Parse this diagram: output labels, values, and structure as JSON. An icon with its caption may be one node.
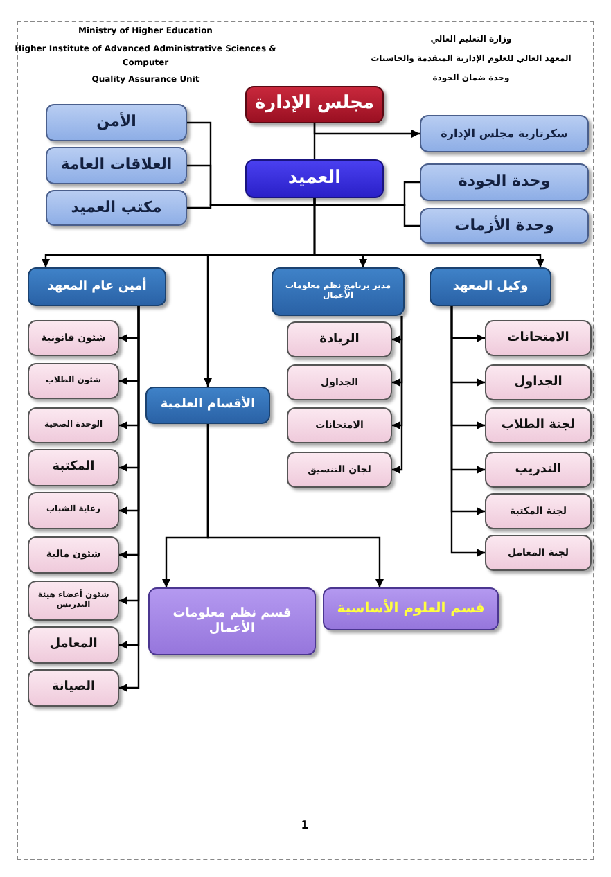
{
  "diagram": {
    "nodes": [
      {
        "text": [
          "مجلس الإدارة"
        ]
      },
      {
        "text": [
          "الأمن"
        ]
      },
      {
        "text": [
          "سكرتارية مجلس الإدارة"
        ]
      },
      {
        "text": [
          "العلاقات العامة"
        ]
      },
      {
        "text": [
          "العميد"
        ]
      },
      {
        "text": [
          "مكتب العميد"
        ]
      },
      {
        "text": [
          "وحدة الجودة"
        ]
      },
      {
        "text": [
          "وحدة الأزمات"
        ]
      },
      {
        "text": [
          "وكيل المعهد"
        ]
      },
      {
        "text": [
          "مدير برنامج نظم معلومات الأعمال"
        ]
      },
      {
        "text": [
          "أمين عام المعهد"
        ]
      },
      {
        "text": [
          "الأقسام العلمية"
        ]
      },
      {
        "text": [
          "الامتحانات"
        ]
      },
      {
        "text": [
          "الجداول"
        ]
      },
      {
        "text": [
          "لجنة الطلاب"
        ]
      },
      {
        "text": [
          "التدريب"
        ]
      },
      {
        "text": [
          "لجنة المكتبة"
        ]
      },
      {
        "text": [
          "لجنة المعامل"
        ]
      },
      {
        "text": [
          "الريادة"
        ]
      },
      {
        "text": [
          "الجداول"
        ]
      },
      {
        "text": [
          "الامتحانات"
        ]
      },
      {
        "text": [
          "لجان التنسيق"
        ]
      },
      {
        "text": [
          "شئون قانونية"
        ]
      },
      {
        "text": [
          "شئون الطلاب"
        ]
      },
      {
        "text": [
          "الوحدة الصحية"
        ]
      },
      {
        "text": [
          "المكتبة"
        ]
      },
      {
        "text": [
          "رعاية الشباب"
        ]
      },
      {
        "text": [
          "شئون مالية"
        ]
      },
      {
        "text": [
          "شئون أعضاء هيئة التدريس"
        ]
      },
      {
        "text": [
          "المعامل"
        ]
      },
      {
        "text": [
          "الصيانة"
        ]
      },
      {
        "text": [
          "قسم نظم معلومات الأعمال"
        ]
      },
      {
        "text": [
          "قسم العلوم الأساسية"
        ]
      }
    ],
    "edges": [
      {
        "from": 0,
        "to": 2,
        "arrow": "to"
      },
      {
        "from": 0,
        "to": 4,
        "arrow": "none"
      },
      {
        "from": 4,
        "to": 1,
        "arrow": "none"
      },
      {
        "from": 4,
        "to": 3,
        "arrow": "none"
      },
      {
        "from": 4,
        "to": 5,
        "arrow": "none"
      },
      {
        "from": 4,
        "to": 6,
        "arrow": "none"
      },
      {
        "from": 4,
        "to": 7,
        "arrow": "none"
      },
      {
        "from": 4,
        "to": 8,
        "arrow": "to"
      },
      {
        "from": 4,
        "to": 9,
        "arrow": "to"
      },
      {
        "from": 4,
        "to": 10,
        "arrow": "to"
      },
      {
        "from": 4,
        "to": 11,
        "arrow": "to"
      },
      {
        "from": 8,
        "to": 12,
        "arrow": "to"
      },
      {
        "from": 8,
        "to": 13,
        "arrow": "to"
      },
      {
        "from": 8,
        "to": 14,
        "arrow": "to"
      },
      {
        "from": 8,
        "to": 15,
        "arrow": "to"
      },
      {
        "from": 8,
        "to": 16,
        "arrow": "to"
      },
      {
        "from": 8,
        "to": 17,
        "arrow": "to"
      },
      {
        "from": 9,
        "to": 18,
        "arrow": "to"
      },
      {
        "from": 9,
        "to": 19,
        "arrow": "to"
      },
      {
        "from": 9,
        "to": 20,
        "arrow": "to"
      },
      {
        "from": 9,
        "to": 21,
        "arrow": "to"
      },
      {
        "from": 10,
        "to": 22,
        "arrow": "to"
      },
      {
        "from": 10,
        "to": 23,
        "arrow": "to"
      },
      {
        "from": 10,
        "to": 24,
        "arrow": "to"
      },
      {
        "from": 10,
        "to": 25,
        "arrow": "to"
      },
      {
        "from": 10,
        "to": 26,
        "arrow": "to"
      },
      {
        "from": 10,
        "to": 27,
        "arrow": "to"
      },
      {
        "from": 10,
        "to": 28,
        "arrow": "to"
      },
      {
        "from": 10,
        "to": 29,
        "arrow": "to"
      },
      {
        "from": 10,
        "to": 30,
        "arrow": "to"
      },
      {
        "from": 11,
        "to": 31,
        "arrow": "to"
      },
      {
        "from": 11,
        "to": 32,
        "arrow": "to"
      }
    ],
    "labels": [
      "Ministry of Higher Education",
      "Higher Institute of Advanced Administrative Sciences & Computer",
      "Quality Assurance Unit",
      "وزارة التعليم العالي",
      "المعهد العالي للعلوم الإدارية المتقدمة والحاسبات",
      "وحدة ضمان الجودة",
      "1"
    ]
  }
}
